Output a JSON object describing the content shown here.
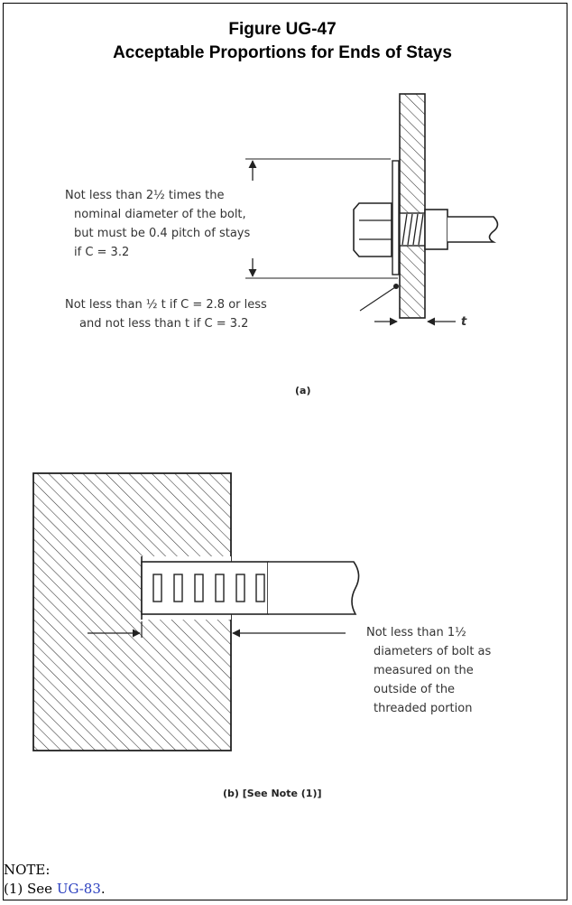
{
  "figure": {
    "number": "Figure UG-47",
    "title": "Acceptable Proportions for Ends of Stays"
  },
  "part_a": {
    "label1_lines": [
      "Not less than 2½ times the",
      "nominal diameter of the bolt,",
      "but must be 0.4 pitch of stays",
      "if C = 3.2"
    ],
    "label2_lines": [
      "Not less than ½ t if C = 2.8 or less",
      "and not less than t if C = 3.2"
    ],
    "t_symbol": "t",
    "caption": "(a)"
  },
  "part_b": {
    "label_lines": [
      "Not less than 1½",
      "diameters of bolt as",
      "measured on the",
      "outside of the",
      "threaded portion"
    ],
    "caption": "(b) [See Note (1)]"
  },
  "note": {
    "heading": "NOTE:",
    "item_prefix": "(1) See ",
    "link_text": "UG-83",
    "item_suffix": "."
  },
  "colors": {
    "line": "#222222",
    "link": "#2b3fbf"
  }
}
